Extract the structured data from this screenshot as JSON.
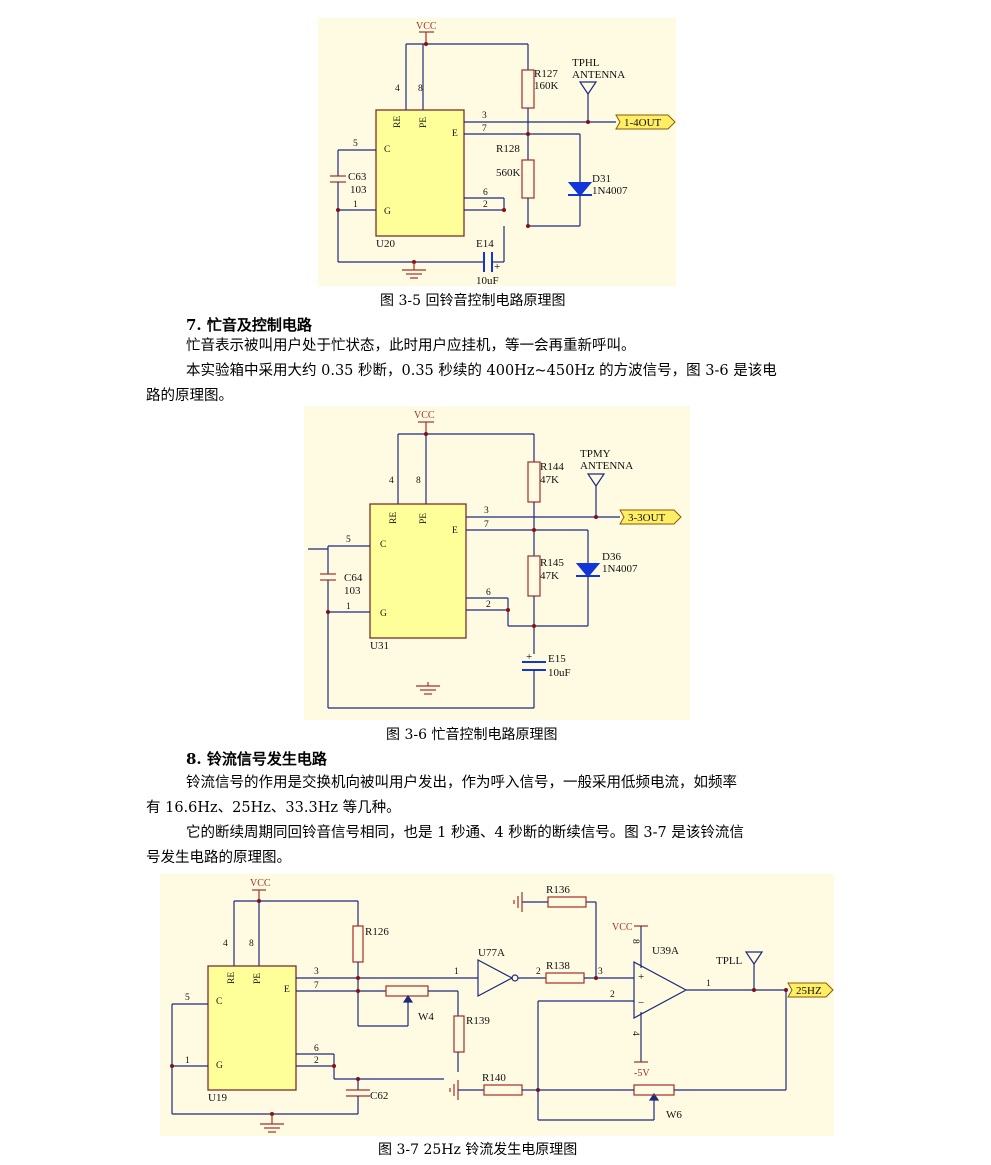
{
  "fig35": {
    "caption": "图 3-5  回铃音控制电路原理图",
    "vcc": "VCC",
    "chip": "U20",
    "pin_re": "RE",
    "pin_pe": "PE",
    "pin_c": "C",
    "pin_e": "E",
    "pin_g": "G",
    "pins": [
      "4",
      "8",
      "3",
      "7",
      "5",
      "6",
      "2",
      "1"
    ],
    "r_top_name": "R127",
    "r_top_value": "160K",
    "r_mid_name": "R128",
    "r_mid_value": "560K",
    "cap_name": "C63",
    "cap_value": "103",
    "diode_name": "D31",
    "diode_value": "1N4007",
    "ecap_name": "E14",
    "ecap_value": "10uF",
    "ecap_plus": "+",
    "test_point": "TPHL",
    "antenna": "ANTENNA",
    "port": "1-4OUT"
  },
  "section7": {
    "heading": "7. 忙音及控制电路",
    "para1": "忙音表示被叫用户处于忙状态，此时用户应挂机，等一会再重新呼叫。",
    "para2_line1": "本实验箱中采用大约 0.35 秒断，0.35 秒续的 400Hz~450Hz 的方波信号，图 3-6 是该电",
    "para2_line2": "路的原理图。"
  },
  "fig36": {
    "caption": "图 3-6   忙音控制电路原理图",
    "vcc": "VCC",
    "chip": "U31",
    "pin_re": "RE",
    "pin_pe": "PE",
    "pin_c": "C",
    "pin_e": "E",
    "pin_g": "G",
    "pins": [
      "4",
      "8",
      "3",
      "7",
      "5",
      "6",
      "2",
      "1"
    ],
    "r_top_name": "R144",
    "r_top_value": "47K",
    "r_mid_name": "R145",
    "r_mid_value": "47K",
    "cap_name": "C64",
    "cap_value": "103",
    "diode_name": "D36",
    "diode_value": "1N4007",
    "ecap_name": "E15",
    "ecap_value": "10uF",
    "ecap_plus": "+",
    "test_point": "TPMY",
    "antenna": "ANTENNA",
    "port": "3-3OUT"
  },
  "section8": {
    "heading": "8. 铃流信号发生电路",
    "para1_line1": "铃流信号的作用是交换机向被叫用户发出，作为呼入信号，一般采用低频电流，如频率",
    "para1_line2": "有 16.6Hz、25Hz、33.3Hz 等几种。",
    "para2_line1": "它的断续周期同回铃音信号相同，也是 1 秒通、4 秒断的断续信号。图 3-7 是该铃流信",
    "para2_line2": "号发生电路的原理图。"
  },
  "fig37": {
    "caption": "图 3-7  25Hz 铃流发生电原理图",
    "vcc": "VCC",
    "vcc2": "VCC",
    "chip": "U19",
    "pin_re": "RE",
    "pin_pe": "PE",
    "pin_c": "C",
    "pin_e": "E",
    "pin_g": "G",
    "pins": [
      "4",
      "8",
      "3",
      "7",
      "5",
      "6",
      "2",
      "1"
    ],
    "r126": "R126",
    "r136": "R136",
    "r138": "R138",
    "r139": "R139",
    "r140": "R140",
    "w4": "W4",
    "w6": "W6",
    "cap": "C62",
    "u77a": "U77A",
    "u39a": "U39A",
    "u77_pin_in": "1",
    "u77_pin_out": "2",
    "op_pins": [
      "3",
      "2",
      "1",
      "8",
      "4"
    ],
    "op_plus": "+",
    "op_minus": "−",
    "neg5v": "-5V",
    "test_point": "TPLL",
    "port": "25HZ"
  },
  "colors": {
    "schematic_bg": "#fffbe3",
    "chip_fill": "#ffff99",
    "wire": "#1e2a7a",
    "component": "#a0302a",
    "diode": "#1336d8"
  }
}
